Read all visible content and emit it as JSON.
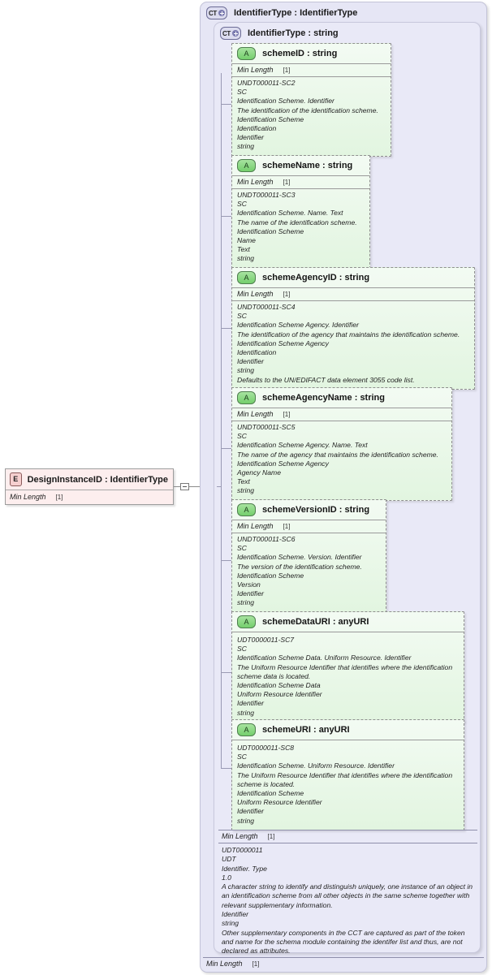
{
  "element": {
    "icon": "element-icon",
    "icon_label": "E",
    "name": "DesignInstanceID : IdentifierType",
    "facet_label": "Min Length",
    "facet_cardinality": "[1]"
  },
  "outer_type": {
    "icon": "complex-type-expand-icon",
    "icon_label": "CT",
    "title": "IdentifierType : IdentifierType",
    "facet_label": "Min Length",
    "facet_cardinality": "[1]"
  },
  "inner_type": {
    "icon": "complex-type-expand-icon",
    "icon_label": "CT",
    "title": "IdentifierType : string",
    "facet_label": "Min Length",
    "facet_cardinality": "[1]",
    "documentation": [
      "UDT0000011",
      "UDT",
      "Identifier. Type",
      "1.0",
      "A character string to identify and distinguish uniquely, one instance of an object in an identification scheme from all other objects in the same scheme together with relevant supplementary information.",
      "Identifier",
      "string",
      "Other supplementary components in the CCT are captured as part of the token and name for the schema module containing the identifer list and thus, are not declared as attributes."
    ]
  },
  "attributes": [
    {
      "icon": "attribute-icon",
      "icon_label": "A",
      "name": "schemeID : string",
      "facet_label": "Min Length",
      "facet_cardinality": "[1]",
      "has_facet": true,
      "documentation": [
        "UNDT000011-SC2",
        "SC",
        "Identification Scheme. Identifier",
        "The identification of the identification scheme.",
        "Identification Scheme",
        "Identification",
        "Identifier",
        "string"
      ]
    },
    {
      "icon": "attribute-icon",
      "icon_label": "A",
      "name": "schemeName : string",
      "facet_label": "Min Length",
      "facet_cardinality": "[1]",
      "has_facet": true,
      "documentation": [
        "UNDT000011-SC3",
        "SC",
        "Identification Scheme. Name. Text",
        "The name of the identification scheme.",
        "Identification Scheme",
        "Name",
        "Text",
        "string"
      ]
    },
    {
      "icon": "attribute-icon",
      "icon_label": "A",
      "name": "schemeAgencyID : string",
      "facet_label": "Min Length",
      "facet_cardinality": "[1]",
      "has_facet": true,
      "documentation": [
        "UNDT000011-SC4",
        "SC",
        "Identification Scheme Agency. Identifier",
        "The identification of the agency that maintains the identification scheme.",
        "Identification Scheme Agency",
        "Identification",
        "Identifier",
        "string",
        "Defaults to the UN/EDIFACT data element 3055 code list."
      ]
    },
    {
      "icon": "attribute-icon",
      "icon_label": "A",
      "name": "schemeAgencyName : string",
      "facet_label": "Min Length",
      "facet_cardinality": "[1]",
      "has_facet": true,
      "documentation": [
        "UNDT000011-SC5",
        "SC",
        "Identification Scheme Agency. Name. Text",
        "The name of the agency that maintains the identification scheme.",
        "Identification Scheme Agency",
        "Agency Name",
        "Text",
        "string"
      ]
    },
    {
      "icon": "attribute-icon",
      "icon_label": "A",
      "name": "schemeVersionID : string",
      "facet_label": "Min Length",
      "facet_cardinality": "[1]",
      "has_facet": true,
      "documentation": [
        "UNDT000011-SC6",
        "SC",
        "Identification Scheme. Version. Identifier",
        "The version of the identification scheme.",
        "Identification Scheme",
        "Version",
        "Identifier",
        "string"
      ]
    },
    {
      "icon": "attribute-icon",
      "icon_label": "A",
      "name": "schemeDataURI : anyURI",
      "facet_label": "",
      "facet_cardinality": "",
      "has_facet": false,
      "documentation": [
        "UDT0000011-SC7",
        "SC",
        "Identification Scheme Data. Uniform Resource. Identifier",
        "The Uniform Resource Identifier that identifies where the identification scheme data is located.",
        "Identification Scheme Data",
        "Uniform Resource Identifier",
        "Identifier",
        "string"
      ]
    },
    {
      "icon": "attribute-icon",
      "icon_label": "A",
      "name": "schemeURI : anyURI",
      "facet_label": "",
      "facet_cardinality": "",
      "has_facet": false,
      "documentation": [
        "UDT0000011-SC8",
        "SC",
        "Identification Scheme. Uniform Resource. Identifier",
        "The Uniform Resource Identifier that identifies where the identification scheme is located.",
        "Identification Scheme",
        "Uniform Resource Identifier",
        "Identifier",
        "string"
      ]
    }
  ],
  "colors": {
    "element_bg": "#fdeeee",
    "type_panel_bg": "#e6e6f5",
    "attribute_bg": "#e2f5e0",
    "connector": "#9a9ab4"
  }
}
